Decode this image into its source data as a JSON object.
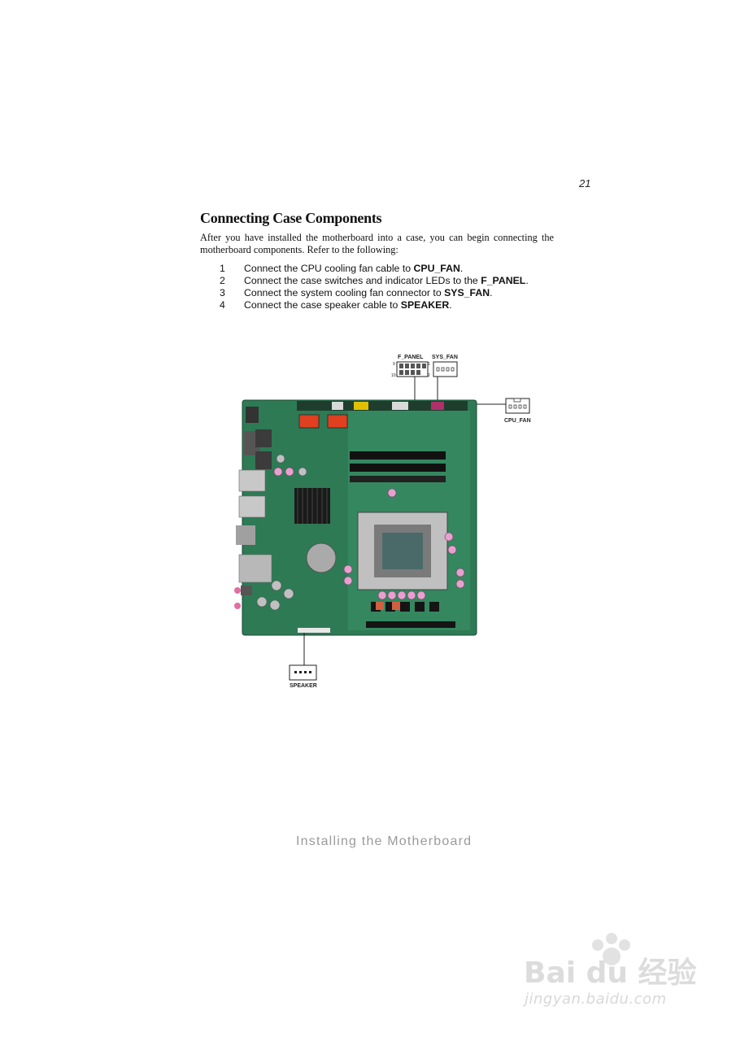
{
  "page_number": "21",
  "heading": "Connecting Case Components",
  "intro": "After you have installed the motherboard into a case, you can begin connecting the motherboard components. Refer to the following:",
  "steps": [
    {
      "num": "1",
      "pre": "Connect the CPU cooling fan cable to ",
      "bold": "CPU_FAN",
      "post": "."
    },
    {
      "num": "2",
      "pre": "Connect the case switches and indicator LEDs to the ",
      "bold": "F_PANEL",
      "post": "."
    },
    {
      "num": "3",
      "pre": "Connect the system cooling fan connector to ",
      "bold": "SYS_FAN",
      "post": "."
    },
    {
      "num": "4",
      "pre": "Connect the case speaker cable to ",
      "bold": "SPEAKER",
      "post": "."
    }
  ],
  "diagram": {
    "labels": {
      "f_panel": "F_PANEL",
      "sys_fan": "SYS_FAN",
      "cpu_fan": "CPU_FAN",
      "speaker": "SPEAKER",
      "pin_9": "9",
      "pin_10": "10",
      "pin_1": "1",
      "pin_2": "2"
    },
    "board_color": "#2e7a55"
  },
  "footer": "Installing the Motherboard",
  "watermark": {
    "logo_text": "Bai du 经验",
    "url": "jingyan.baidu.com"
  }
}
